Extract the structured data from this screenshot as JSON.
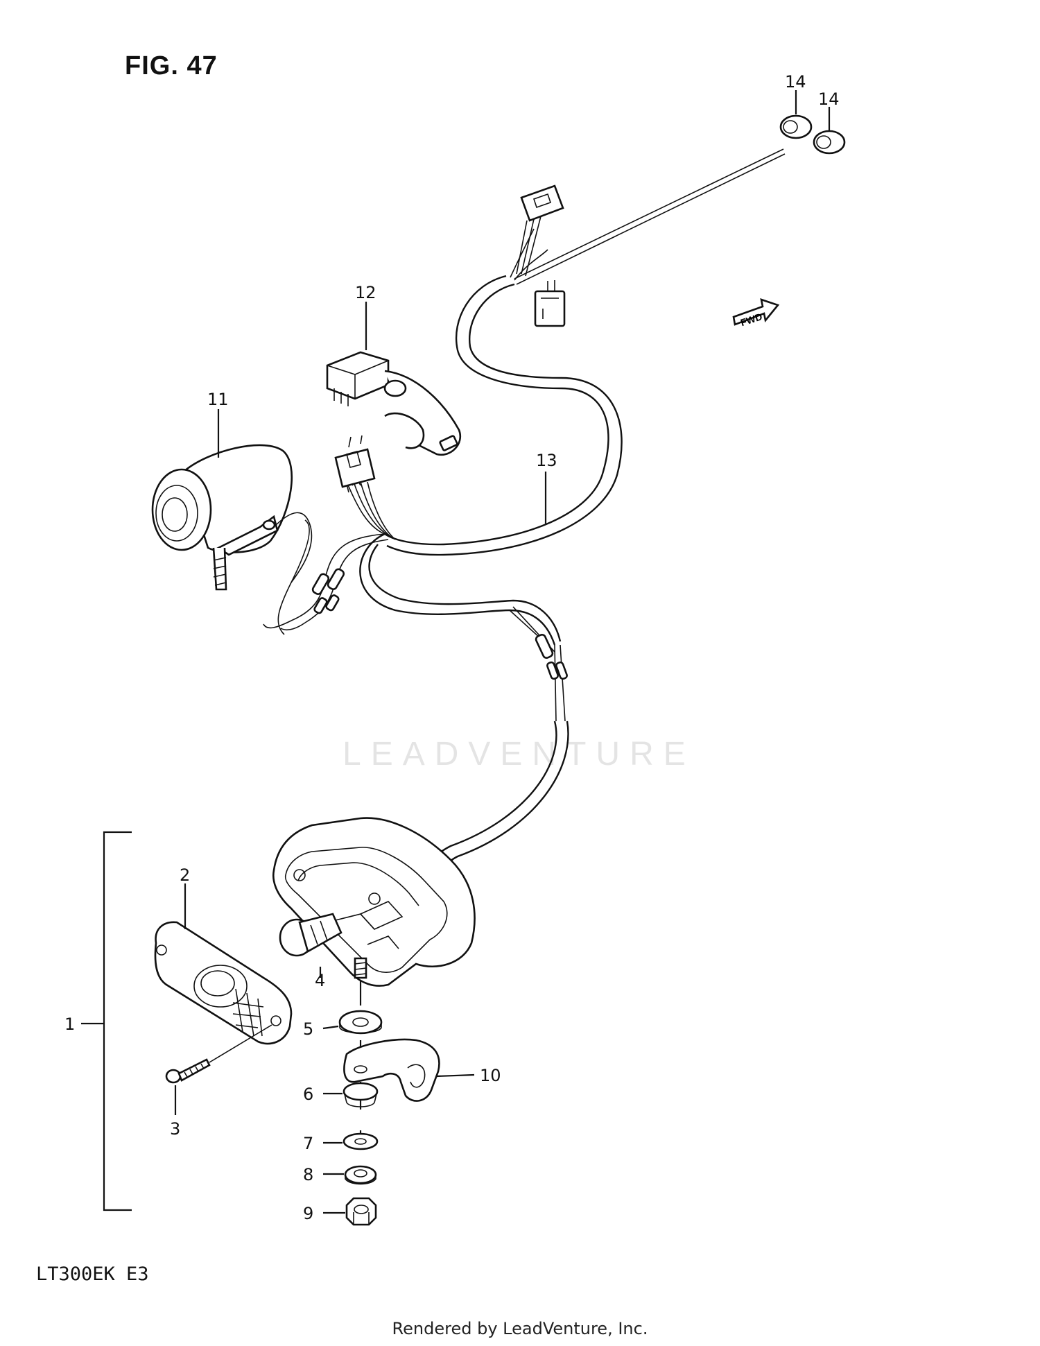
{
  "figure": {
    "title": "FIG. 47",
    "model": "LT300EK  E3",
    "footer": "Rendered by LeadVenture, Inc.",
    "watermark": "LEADVENTURE",
    "fwd_label": "FWD"
  },
  "callouts": {
    "c1": "1",
    "c2": "2",
    "c3": "3",
    "c4": "4",
    "c5": "5",
    "c6": "6",
    "c7": "7",
    "c8": "8",
    "c9": "9",
    "c10": "10",
    "c11": "11",
    "c12": "12",
    "c13": "13",
    "c14a": "14",
    "c14b": "14"
  }
}
